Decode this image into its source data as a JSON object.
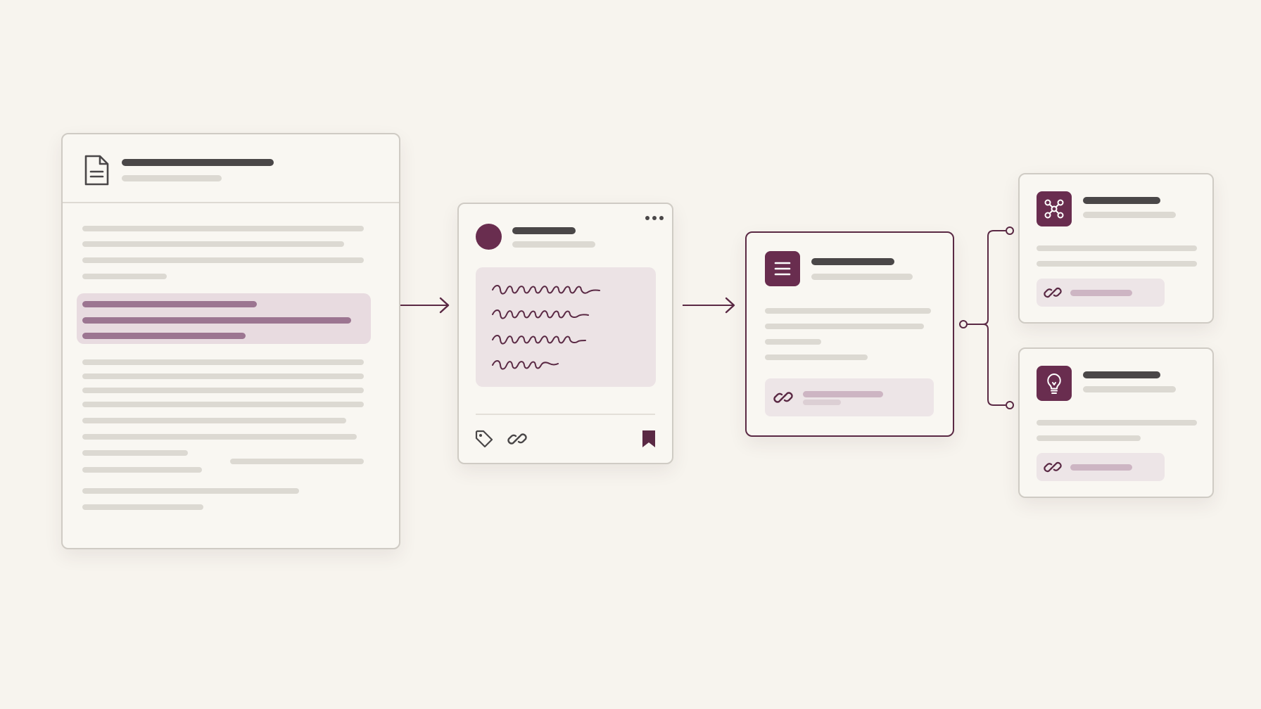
{
  "diagram": {
    "nodes": [
      {
        "id": "source-document",
        "icon": "document-icon"
      },
      {
        "id": "note-card",
        "icons": [
          "more-icon",
          "tag-icon",
          "link-icon",
          "bookmark-icon"
        ]
      },
      {
        "id": "structured-note",
        "icons": [
          "list-icon",
          "link-icon"
        ]
      },
      {
        "id": "concept-card",
        "icons": [
          "network-icon",
          "link-icon"
        ]
      },
      {
        "id": "idea-card",
        "icons": [
          "lightbulb-icon",
          "link-icon"
        ]
      }
    ],
    "edges": [
      {
        "from": "source-document",
        "to": "note-card"
      },
      {
        "from": "note-card",
        "to": "structured-note"
      },
      {
        "from": "structured-note",
        "to": "concept-card"
      },
      {
        "from": "structured-note",
        "to": "idea-card"
      }
    ]
  },
  "colors": {
    "background": "#f7f4ee",
    "card": "#f9f7f2",
    "accent": "#692d4f",
    "highlight": "#e8dbe0",
    "placeholder": "#dcd9d2",
    "heading": "#4a4748"
  }
}
